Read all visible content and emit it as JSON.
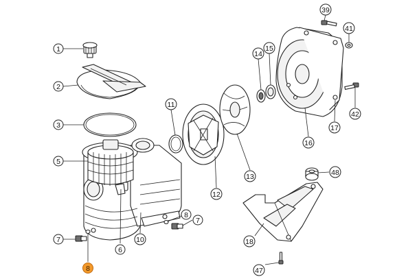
{
  "diagram": {
    "highlight_color": "#f39a2c",
    "callouts": [
      {
        "id": "c1",
        "label": "1"
      },
      {
        "id": "c2",
        "label": "2"
      },
      {
        "id": "c3",
        "label": "3"
      },
      {
        "id": "c5",
        "label": "5"
      },
      {
        "id": "c6",
        "label": "6"
      },
      {
        "id": "c7a",
        "label": "7"
      },
      {
        "id": "c7b",
        "label": "7"
      },
      {
        "id": "c8a",
        "label": "8",
        "highlighted": true
      },
      {
        "id": "c8b",
        "label": "8"
      },
      {
        "id": "c10",
        "label": "10"
      },
      {
        "id": "c11",
        "label": "11"
      },
      {
        "id": "c12",
        "label": "12"
      },
      {
        "id": "c13",
        "label": "13"
      },
      {
        "id": "c14",
        "label": "14"
      },
      {
        "id": "c15",
        "label": "15"
      },
      {
        "id": "c16",
        "label": "16"
      },
      {
        "id": "c17",
        "label": "17"
      },
      {
        "id": "c18",
        "label": "18"
      },
      {
        "id": "c39",
        "label": "39"
      },
      {
        "id": "c41",
        "label": "41"
      },
      {
        "id": "c42",
        "label": "42"
      },
      {
        "id": "c47",
        "label": "47"
      },
      {
        "id": "c48",
        "label": "48"
      }
    ]
  }
}
